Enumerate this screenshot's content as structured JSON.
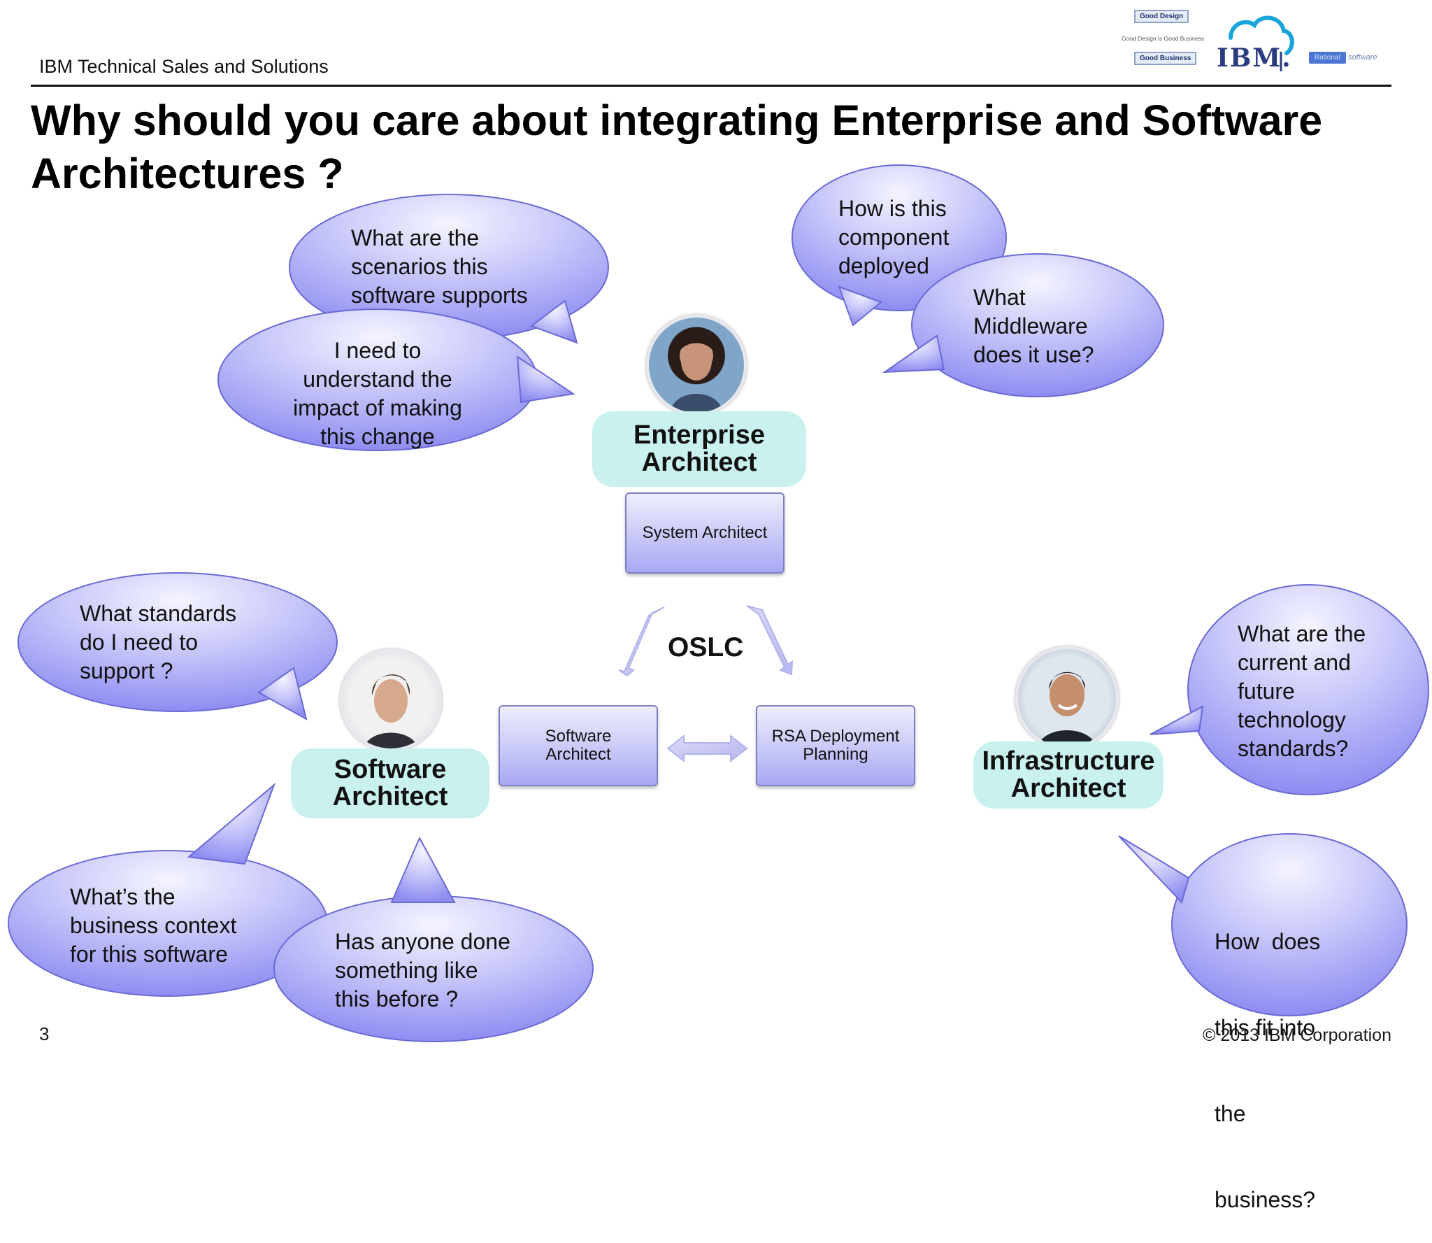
{
  "header": {
    "org": "IBM Technical Sales and Solutions"
  },
  "title": {
    "line1": "Why should you care about integrating Enterprise and Software",
    "line2": "Architectures ?"
  },
  "logo": {
    "good_design": "Good Design",
    "tagline": "Good Design is Good Business",
    "good_business": "Good Business",
    "ibm": "IBM.",
    "rational": "Rational",
    "software": "software"
  },
  "roles": {
    "enterprise": {
      "line1": "Enterprise",
      "line2": "Architect"
    },
    "software": {
      "line1": "Software",
      "line2": "Architect"
    },
    "infrastructure": {
      "line1": "Infrastructure",
      "line2": "Architect"
    }
  },
  "boxes": {
    "system": "System Architect",
    "software_line1": "Software",
    "software_line2": "Architect",
    "rsa_line1": "RSA Deployment",
    "rsa_line2": "Planning"
  },
  "oslc": "OSLC",
  "bubbles": {
    "scenarios": [
      "What are the",
      "scenarios this",
      "software supports"
    ],
    "impact": [
      "I need to",
      "understand the",
      "impact of making",
      "this change"
    ],
    "deployed": [
      "How is this",
      "component",
      "deployed"
    ],
    "middleware": [
      "What",
      "Middleware",
      "does it use?"
    ],
    "standards": [
      "What standards",
      "do I need to",
      "support ?"
    ],
    "context": [
      "What’s the",
      "business context",
      "for this software"
    ],
    "anyone": [
      "Has anyone done",
      "something like",
      "this before ?"
    ],
    "technology": [
      "What are the",
      "current and",
      "future",
      "technology",
      "standards?"
    ],
    "business_fit": [
      "How  does",
      "this fit into",
      "the",
      "business?"
    ]
  },
  "footer": {
    "page": "3",
    "copyright": "© 2013 IBM Corporation"
  },
  "colors": {
    "bubble_light": "#f1f1ff",
    "bubble_dark": "#8f8ef2",
    "pill": "#c9f1ee",
    "arrow": "#c4c4f2"
  }
}
